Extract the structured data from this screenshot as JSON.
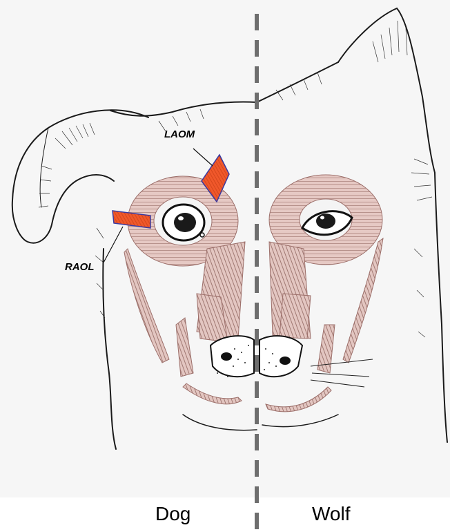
{
  "labels": {
    "laom": "LAOM",
    "raol": "RAOL",
    "left_caption": "Dog",
    "right_caption": "Wolf"
  },
  "colors": {
    "background": "#ffffff",
    "sketch_fill": "#f4f4f4",
    "outline": "#1a1a1a",
    "muscle_fill": "#e6c9c4",
    "muscle_line": "#9c6f6a",
    "highlight_muscle": "#f0582b",
    "highlight_edge": "#3a3aa0",
    "divider": "#6e6e6e"
  },
  "icons": {
    "divider": "dashed-midline",
    "muscles": "facial-muscle-overlay"
  }
}
